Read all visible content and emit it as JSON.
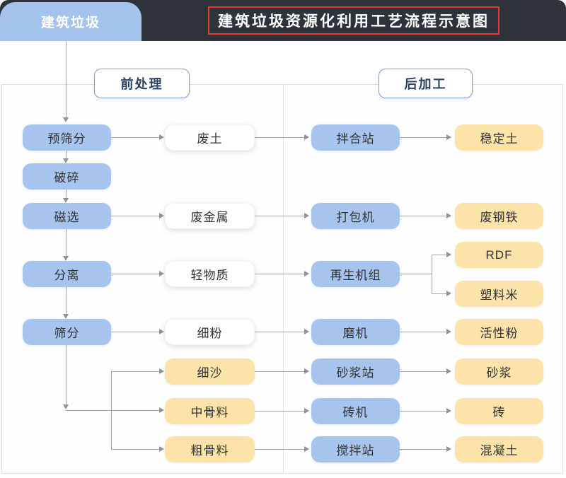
{
  "header": {
    "source_tab": "建筑垃圾",
    "title": "建筑垃圾资源化利用工艺流程示意图"
  },
  "sections": {
    "pre_label": "前处理",
    "post_label": "后加工"
  },
  "columns": {
    "process": [
      "预筛分",
      "破碎",
      "磁选",
      "分离",
      "筛分"
    ],
    "intermediate": [
      "废土",
      "废金属",
      "轻物质",
      "细粉",
      "细沙",
      "中骨料",
      "粗骨料"
    ],
    "machines": [
      "拌合站",
      "打包机",
      "再生机组",
      "磨机",
      "砂浆站",
      "砖机",
      "搅拌站"
    ],
    "products": [
      "稳定土",
      "废钢铁",
      "RDF",
      "塑料米",
      "活性粉",
      "砂浆",
      "砖",
      "混凝土"
    ]
  },
  "colors": {
    "header_bg": "#2e333b",
    "tab_blue": "#a3c3ec",
    "node_blue": "#a6c4ee",
    "node_yellow": "#fbe3aa",
    "section_border_blue": "#7e9cd9",
    "section_text_blue": "#2b4168",
    "line_gray": "#a2a6ad",
    "title_highlight_red": "#e8382d"
  }
}
